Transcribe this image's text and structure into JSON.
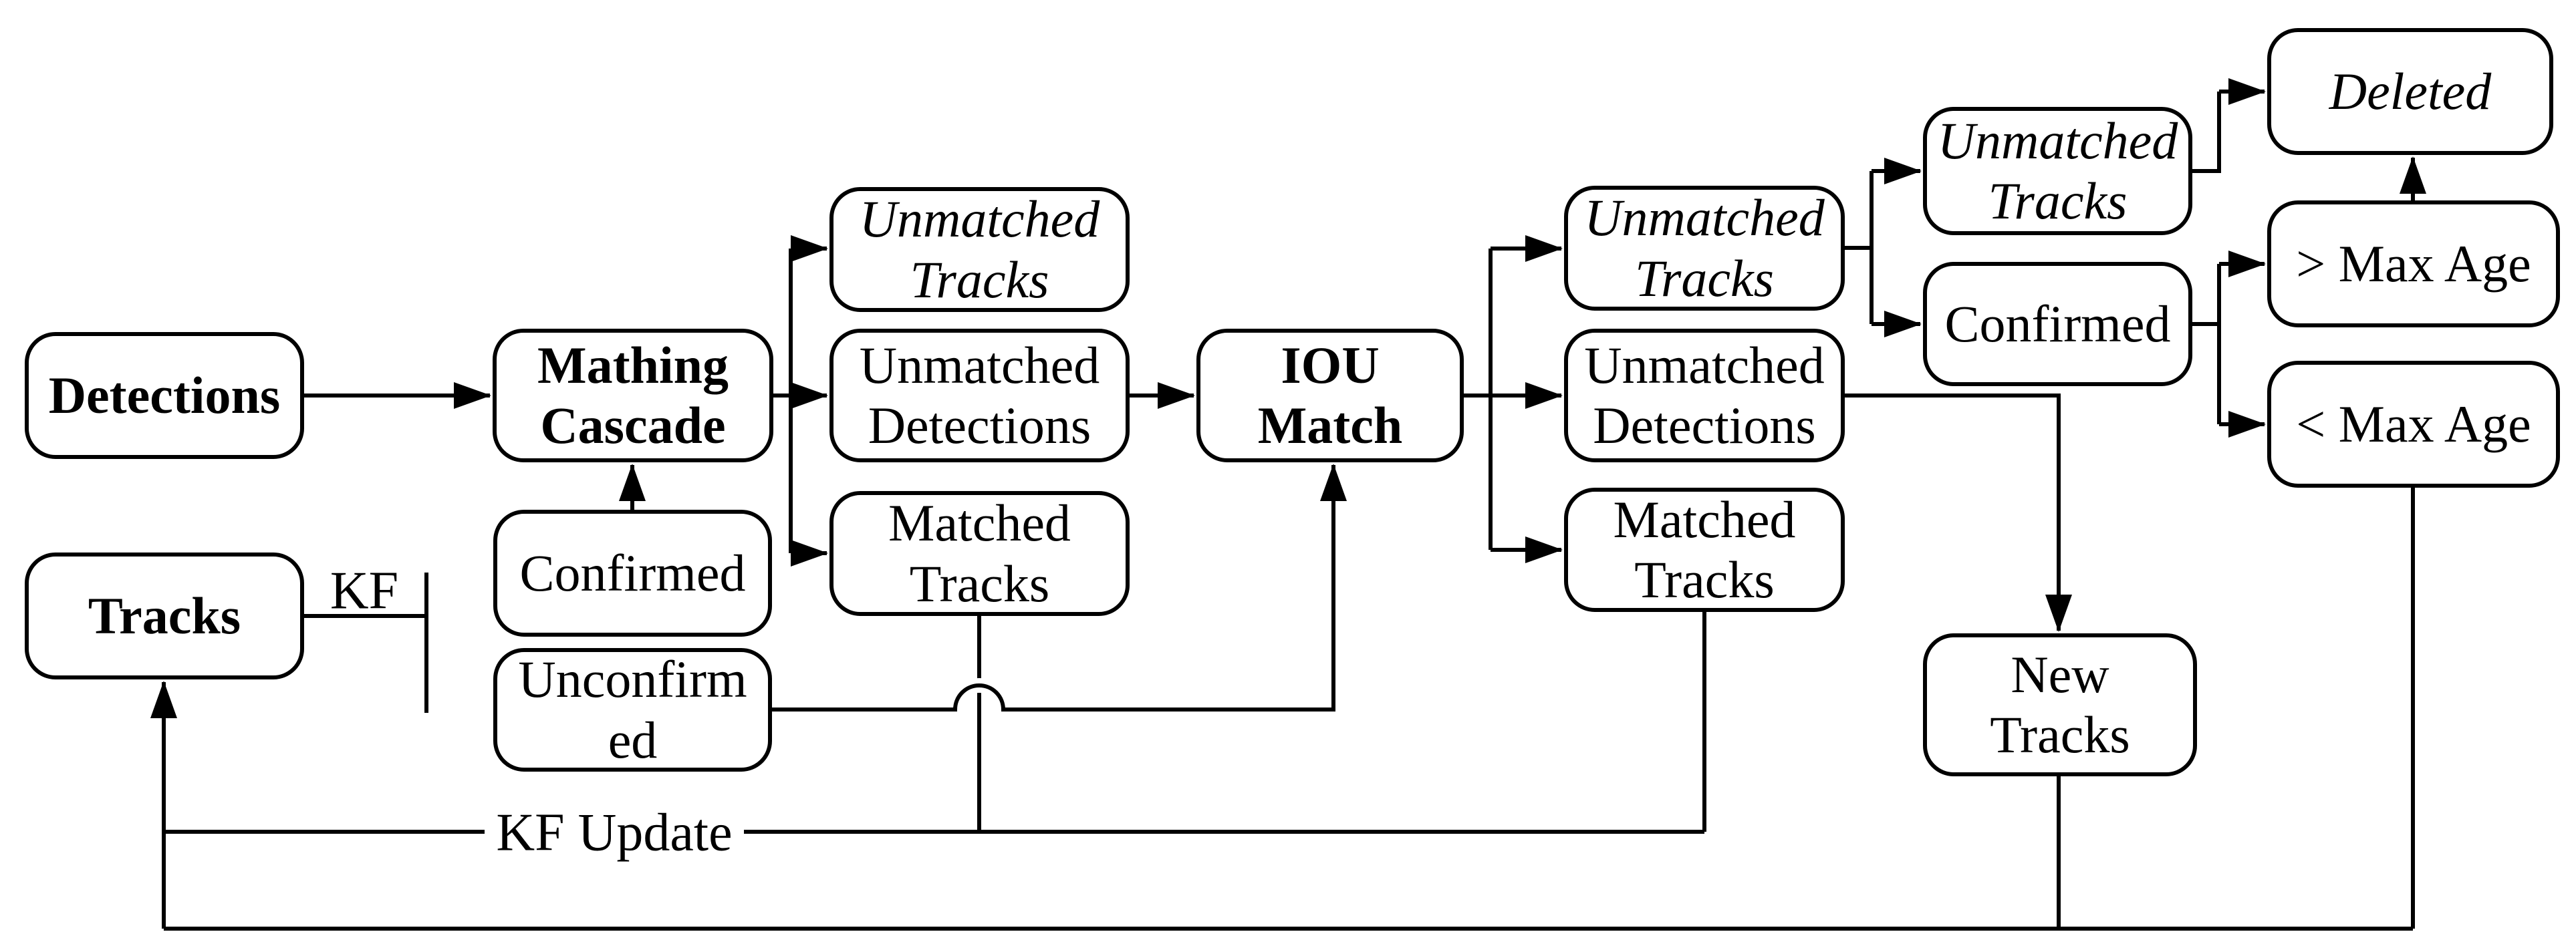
{
  "page": {
    "background": "#ffffff",
    "line_color": "#000000",
    "box_fill": "#ffffff",
    "box_border": "#000000"
  },
  "boxes": {
    "detections": {
      "label": "Detections",
      "style": "bold"
    },
    "matching_cascade": {
      "label": "Mathing\nCascade",
      "style": "bold"
    },
    "unmatched_tracks_1": {
      "label": "Unmatched\nTracks",
      "style": "italic"
    },
    "unmatched_detections_1": {
      "label": "Unmatched\nDetections",
      "style": "regular"
    },
    "matched_tracks_1": {
      "label": "Matched\nTracks",
      "style": "regular"
    },
    "iou_match": {
      "label": "IOU\nMatch",
      "style": "bold"
    },
    "unmatched_tracks_2": {
      "label": "Unmatched\nTracks",
      "style": "italic"
    },
    "unmatched_detections_2": {
      "label": "Unmatched\nDetections",
      "style": "regular"
    },
    "matched_tracks_2": {
      "label": "Matched\nTracks",
      "style": "regular"
    },
    "unmatched_tracks_3": {
      "label": "Unmatched\nTracks",
      "style": "italic"
    },
    "confirmed_right": {
      "label": "Confirmed",
      "style": "regular"
    },
    "deleted": {
      "label": "Deleted",
      "style": "italic"
    },
    "gt_max_age": {
      "label": "> Max Age",
      "style": "regular"
    },
    "lt_max_age": {
      "label": "< Max Age",
      "style": "regular"
    },
    "tracks": {
      "label": "Tracks",
      "style": "bold"
    },
    "confirmed_left": {
      "label": "Confirmed",
      "style": "regular"
    },
    "unconfirmed": {
      "label": "Unconfirm\ned",
      "style": "regular"
    },
    "new_tracks": {
      "label": "New\nTracks",
      "style": "regular"
    }
  },
  "labels": {
    "kf": "KF",
    "kf_update": "KF Update"
  },
  "edges": [
    "detections -> matching_cascade",
    "tracks -> kf -> confirmed_left",
    "tracks -> kf -> unconfirmed",
    "confirmed_left -> matching_cascade",
    "matching_cascade -> unmatched_tracks_1",
    "matching_cascade -> unmatched_detections_1",
    "matching_cascade -> matched_tracks_1",
    "unmatched_detections_1 -> iou_match",
    "unconfirmed -> iou_match",
    "matched_tracks_1 -> kf_update_line",
    "iou_match -> unmatched_tracks_2",
    "iou_match -> unmatched_detections_2",
    "iou_match -> matched_tracks_2",
    "matched_tracks_2 -> kf_update_line",
    "kf_update_line -> tracks",
    "unmatched_tracks_2 -> unmatched_tracks_3",
    "unmatched_tracks_2 -> confirmed_right",
    "unmatched_tracks_3 -> deleted",
    "confirmed_right -> gt_max_age",
    "confirmed_right -> lt_max_age",
    "gt_max_age -> deleted",
    "unmatched_detections_2 -> new_tracks",
    "new_tracks -> tracks",
    "lt_max_age -> tracks"
  ]
}
